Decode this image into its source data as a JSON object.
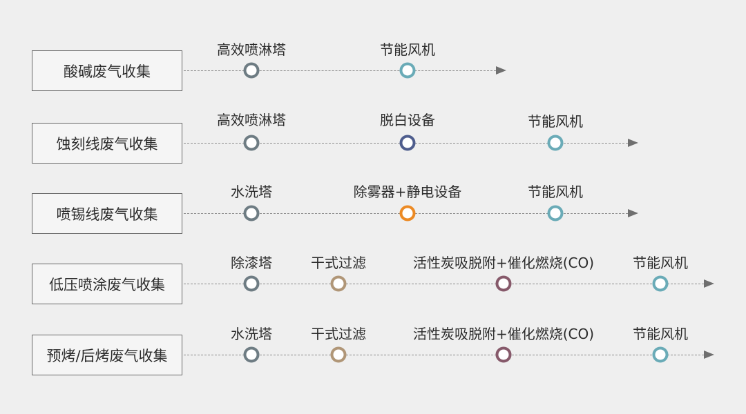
{
  "colors": {
    "gray": "#6e7c83",
    "teal": "#6aabb7",
    "navy": "#4e5d8d",
    "orange": "#ec8a24",
    "tan": "#b09677",
    "plum": "#86596a"
  },
  "rows": [
    {
      "label": "酸碱废气收集",
      "nodes": [
        {
          "label": "高效喷淋塔",
          "color": "gray"
        },
        {
          "label": "节能风机",
          "color": "teal"
        }
      ]
    },
    {
      "label": "蚀刻线废气收集",
      "nodes": [
        {
          "label": "高效喷淋塔",
          "color": "gray"
        },
        {
          "label": "脱白设备",
          "color": "navy"
        },
        {
          "label": "节能风机",
          "color": "teal"
        }
      ]
    },
    {
      "label": "喷锡线废气收集",
      "nodes": [
        {
          "label": "水洗塔",
          "color": "gray"
        },
        {
          "label": "除雾器+静电设备",
          "color": "orange"
        },
        {
          "label": "节能风机",
          "color": "teal"
        }
      ]
    },
    {
      "label": "低压喷涂废气收集",
      "nodes": [
        {
          "label": "除漆塔",
          "color": "gray"
        },
        {
          "label": "干式过滤",
          "color": "tan"
        },
        {
          "label": "活性炭吸脱附+催化燃烧(CO)",
          "color": "plum"
        },
        {
          "label": "节能风机",
          "color": "teal"
        }
      ]
    },
    {
      "label": "预烤/后烤废气收集",
      "nodes": [
        {
          "label": "水洗塔",
          "color": "gray"
        },
        {
          "label": "干式过滤",
          "color": "tan"
        },
        {
          "label": "活性炭吸脱附+催化燃烧(CO)",
          "color": "plum"
        },
        {
          "label": "节能风机",
          "color": "teal"
        }
      ]
    }
  ]
}
